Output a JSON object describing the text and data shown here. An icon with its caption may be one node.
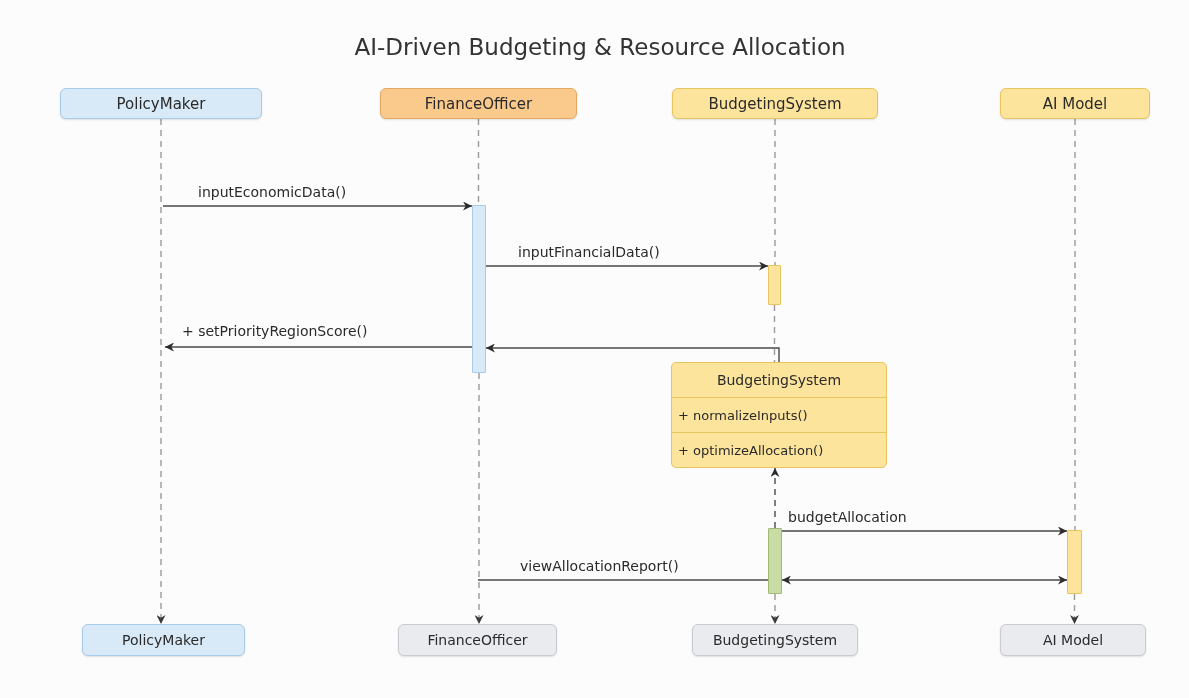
{
  "diagram": {
    "title": "AI-Driven Budgeting & Resource Allocation",
    "nodes": [
      {
        "text": [
          "PolicyMaker"
        ]
      },
      {
        "text": [
          "FinanceOfficer"
        ]
      },
      {
        "text": [
          "BudgetingSystem"
        ]
      },
      {
        "text": [
          "AI Model"
        ]
      },
      {
        "text": [
          "PolicyMaker"
        ]
      },
      {
        "text": [
          "FinanceOfficer"
        ]
      },
      {
        "text": [
          "BudgetingSystem"
        ]
      },
      {
        "text": [
          "AI Model"
        ]
      },
      {
        "text": [],
        "shape": "bar"
      },
      {
        "text": [],
        "shape": "bar"
      },
      {
        "text": [
          "BudgetingSystem",
          "+ normalizeInputs()",
          "+ optimizeAllocation()"
        ]
      },
      {
        "text": [],
        "shape": "bar"
      },
      {
        "text": [],
        "shape": "bar"
      }
    ],
    "edges": [
      {
        "from": 0,
        "to": 4,
        "arrow": "to",
        "style": "dashed",
        "color": "#9a9a9a"
      },
      {
        "from": 1,
        "to": 8,
        "arrow": "none",
        "style": "dashed",
        "color": "#9a9a9a"
      },
      {
        "from": 8,
        "to": 5,
        "arrow": "to",
        "style": "dashed",
        "color": "#9a9a9a"
      },
      {
        "from": 2,
        "to": 9,
        "arrow": "none",
        "style": "dashed",
        "color": "#9a9a9a"
      },
      {
        "from": 9,
        "to": 10,
        "arrow": "none",
        "style": "dashed",
        "color": "#9a9a9a"
      },
      {
        "from": 11,
        "to": 6,
        "arrow": "to",
        "style": "dashed",
        "color": "#9a9a9a"
      },
      {
        "from": 3,
        "to": 12,
        "arrow": "none",
        "style": "dashed",
        "color": "#9a9a9a"
      },
      {
        "from": 12,
        "to": 7,
        "arrow": "to",
        "style": "dashed",
        "color": "#9a9a9a"
      },
      {
        "from": null,
        "to": 8,
        "arrow": "to",
        "label": "inputEconomicData()"
      },
      {
        "from": 8,
        "to": 9,
        "arrow": "to",
        "label": "inputFinancialData()"
      },
      {
        "from": 10,
        "to": 8,
        "arrow": "to"
      },
      {
        "from": 8,
        "to": null,
        "arrow": "to",
        "label": "+ setPriorityRegionScore()"
      },
      {
        "from": 11,
        "to": 10,
        "arrow": "to",
        "style": "dashed"
      },
      {
        "from": 11,
        "to": 12,
        "arrow": "to",
        "label": "budgetAllocation"
      },
      {
        "from": null,
        "to": 11,
        "arrow": "none",
        "label": "viewAllocationReport()"
      },
      {
        "from": 11,
        "to": 12,
        "arrow": "both"
      }
    ]
  }
}
